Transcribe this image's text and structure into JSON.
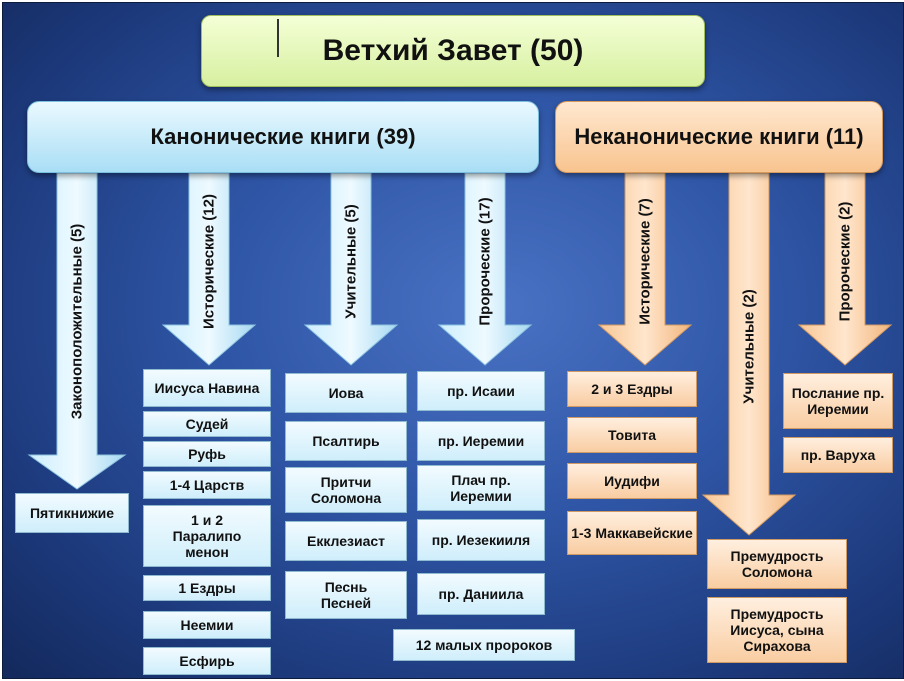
{
  "title": "Ветхий Завет (50)",
  "canonical": {
    "header": "Канонические книги (39)",
    "groups": [
      {
        "label": "Законоположительные (5)",
        "books": [
          "Пятикнижие"
        ]
      },
      {
        "label": "Исторические (12)",
        "books": [
          "Иисуса Навина",
          "Судей",
          "Руфь",
          "1-4 Царств",
          "1 и 2 Паралипо менон",
          "1 Ездры",
          "Неемии",
          "Есфирь"
        ]
      },
      {
        "label": "Учительные (5)",
        "books": [
          "Иова",
          "Псалтирь",
          "Притчи Соломона",
          "Екклезиаст",
          "Песнь Песней"
        ]
      },
      {
        "label": "Пророческие (17)",
        "books": [
          "пр. Исаии",
          "пр. Иеремии",
          "Плач пр. Иеремии",
          "пр. Иезекииля",
          "пр. Даниила",
          "12 малых пророков"
        ]
      }
    ]
  },
  "noncanonical": {
    "header": "Неканонические книги (11)",
    "groups": [
      {
        "label": "Исторические (7)",
        "books": [
          "2 и 3 Ездры",
          "Товита",
          "Иудифи",
          "1-3 Маккавейские"
        ]
      },
      {
        "label": "Учительные (2)",
        "books": [
          "Премудрость Соломона",
          "Премудрость Иисуса, сына Сирахова"
        ]
      },
      {
        "label": "Пророческие (2)",
        "books": [
          "Послание пр. Иеремии",
          "пр. Варуха"
        ]
      }
    ]
  },
  "colors": {
    "background": "#2f56a6",
    "canonical": "#a9def5",
    "noncanonical": "#f8c48f",
    "title": "#d7f0a0"
  }
}
